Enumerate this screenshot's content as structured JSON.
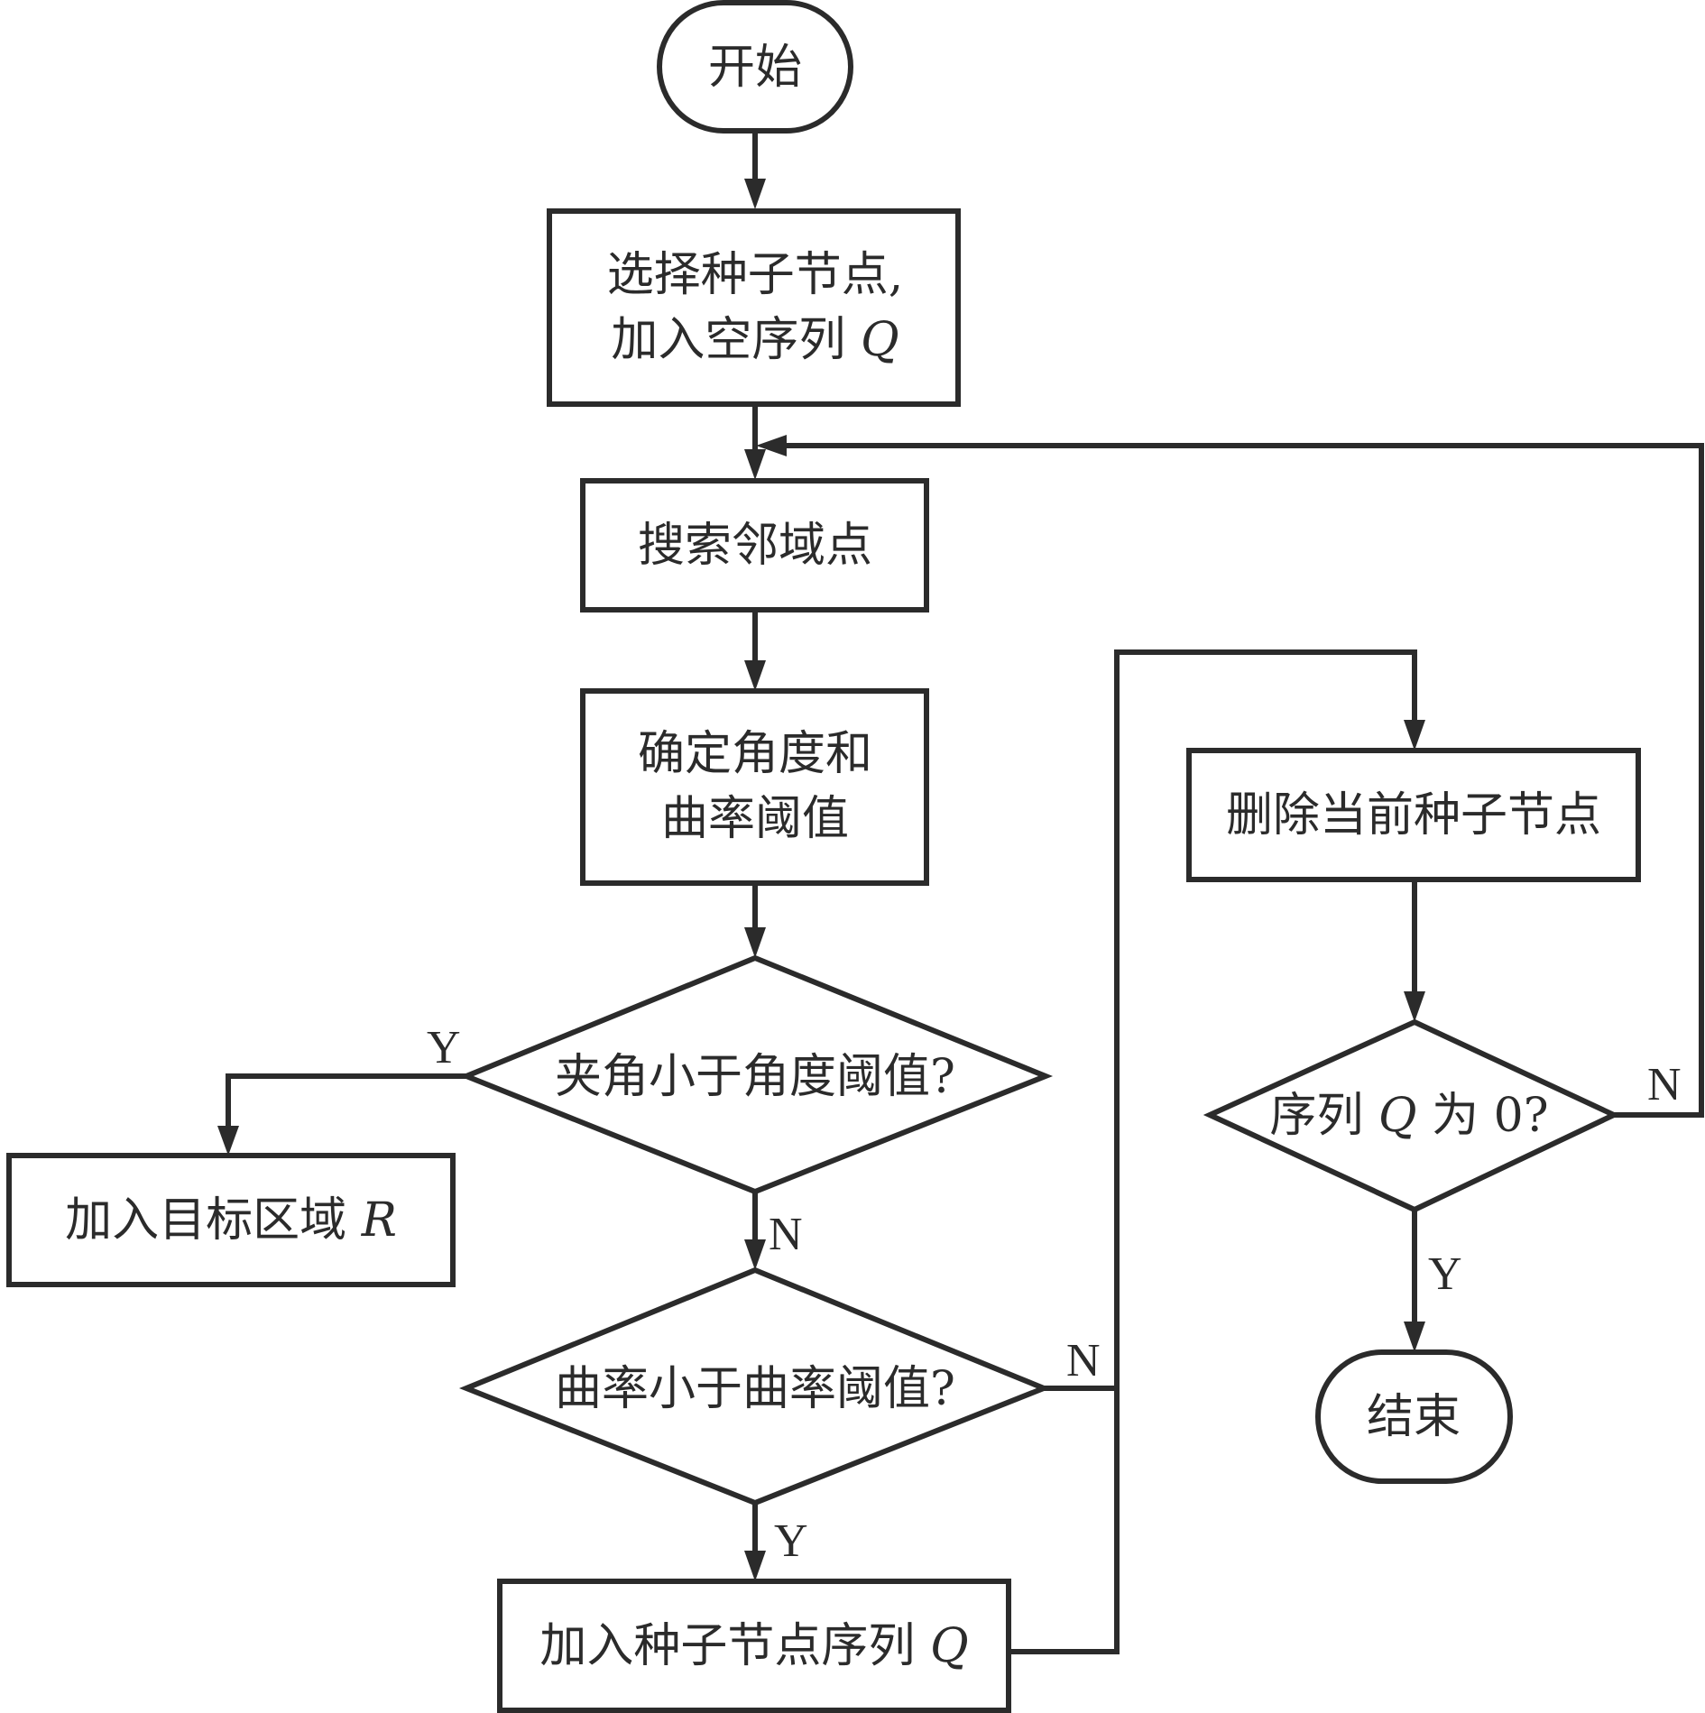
{
  "diagram": {
    "type": "flowchart",
    "nodes": {
      "start": {
        "shape": "terminal",
        "label": "开始"
      },
      "select_seed": {
        "shape": "process",
        "line1": "选择种子节点,",
        "line2_text": "加入空序列 ",
        "line2_var": "Q"
      },
      "search_neighbors": {
        "shape": "process",
        "label": "搜索邻域点"
      },
      "set_thresholds": {
        "shape": "process",
        "line1": "确定角度和",
        "line2": "曲率阈值"
      },
      "angle_check": {
        "shape": "decision",
        "label": "夹角小于角度阈值?"
      },
      "add_region": {
        "shape": "process",
        "text": "加入目标区域 ",
        "var": "R"
      },
      "curvature_check": {
        "shape": "decision",
        "label": "曲率小于曲率阈值?"
      },
      "add_seed_queue": {
        "shape": "process",
        "text": "加入种子节点序列 ",
        "var": "Q"
      },
      "delete_seed": {
        "shape": "process",
        "label": "删除当前种子节点"
      },
      "queue_empty_check": {
        "shape": "decision",
        "text_a": "序列 ",
        "var": "Q",
        "text_b": " 为 0?"
      },
      "end": {
        "shape": "terminal",
        "label": "结束"
      }
    },
    "edge_labels": {
      "angle_yes": "Y",
      "angle_no": "N",
      "curvature_yes": "Y",
      "curvature_no": "N",
      "queue_yes": "Y",
      "queue_no": "N"
    },
    "edges": [
      {
        "from": "start",
        "to": "select_seed"
      },
      {
        "from": "select_seed",
        "to": "search_neighbors"
      },
      {
        "from": "search_neighbors",
        "to": "set_thresholds"
      },
      {
        "from": "set_thresholds",
        "to": "angle_check"
      },
      {
        "from": "angle_check",
        "to": "add_region",
        "label": "Y"
      },
      {
        "from": "angle_check",
        "to": "curvature_check",
        "label": "N"
      },
      {
        "from": "curvature_check",
        "to": "add_seed_queue",
        "label": "Y"
      },
      {
        "from": "curvature_check",
        "to": "delete_seed",
        "label": "N"
      },
      {
        "from": "add_seed_queue",
        "to": "delete_seed"
      },
      {
        "from": "delete_seed",
        "to": "queue_empty_check"
      },
      {
        "from": "queue_empty_check",
        "to": "end",
        "label": "Y"
      },
      {
        "from": "queue_empty_check",
        "to": "search_neighbors",
        "label": "N"
      }
    ],
    "colors": {
      "stroke": "#2b2b2b",
      "fill": "#ffffff"
    }
  }
}
